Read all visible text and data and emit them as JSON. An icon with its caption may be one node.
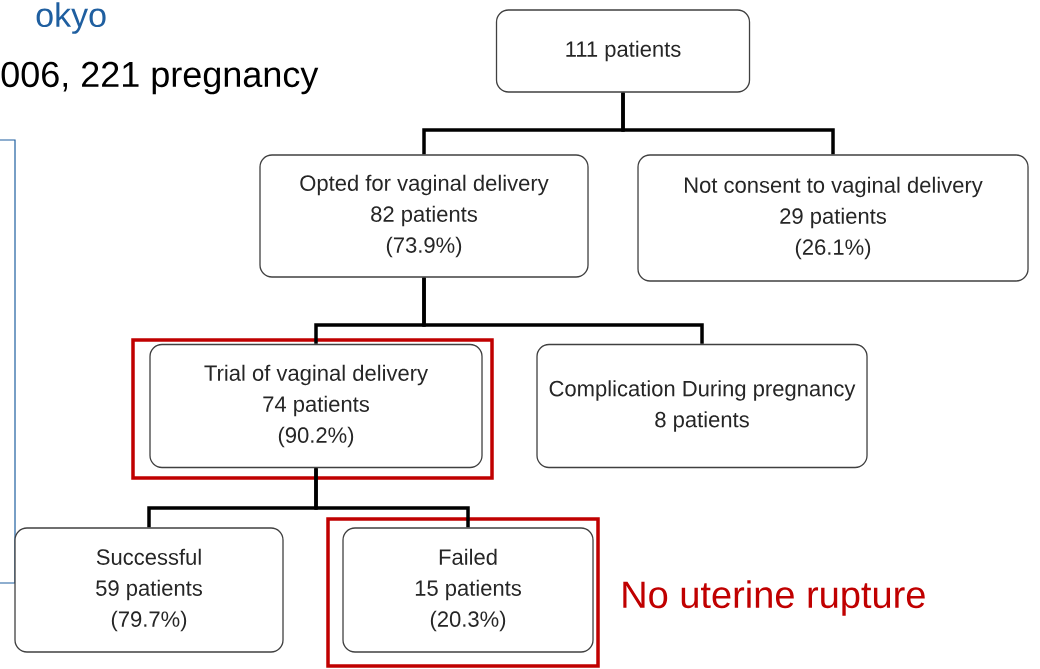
{
  "diagram": {
    "nodes": [
      {
        "text": [
          "111 patients"
        ]
      },
      {
        "text": [
          "Opted for vaginal delivery",
          "82 patients",
          "(73.9%)"
        ]
      },
      {
        "text": [
          "Not consent to vaginal delivery",
          "29 patients",
          "(26.1%)"
        ]
      },
      {
        "text": [
          "Trial of vaginal delivery",
          "74 patients",
          "(90.2%)"
        ]
      },
      {
        "text": [
          "Complication During pregnancy",
          "8 patients"
        ]
      },
      {
        "text": [
          "Successful",
          "59 patients",
          "(79.7%)"
        ]
      },
      {
        "text": [
          "Failed",
          "15 patients",
          "(20.3%)"
        ]
      }
    ],
    "edges": [
      {
        "from": 0,
        "to": 1,
        "arrow": "none"
      },
      {
        "from": 0,
        "to": 2,
        "arrow": "none"
      },
      {
        "from": 1,
        "to": 3,
        "arrow": "none"
      },
      {
        "from": 1,
        "to": 4,
        "arrow": "none"
      },
      {
        "from": 3,
        "to": 5,
        "arrow": "none"
      },
      {
        "from": 3,
        "to": 6,
        "arrow": "none"
      }
    ],
    "labels": [
      "okyo",
      "006, 221 pregnancy",
      "No uterine rupture"
    ]
  }
}
